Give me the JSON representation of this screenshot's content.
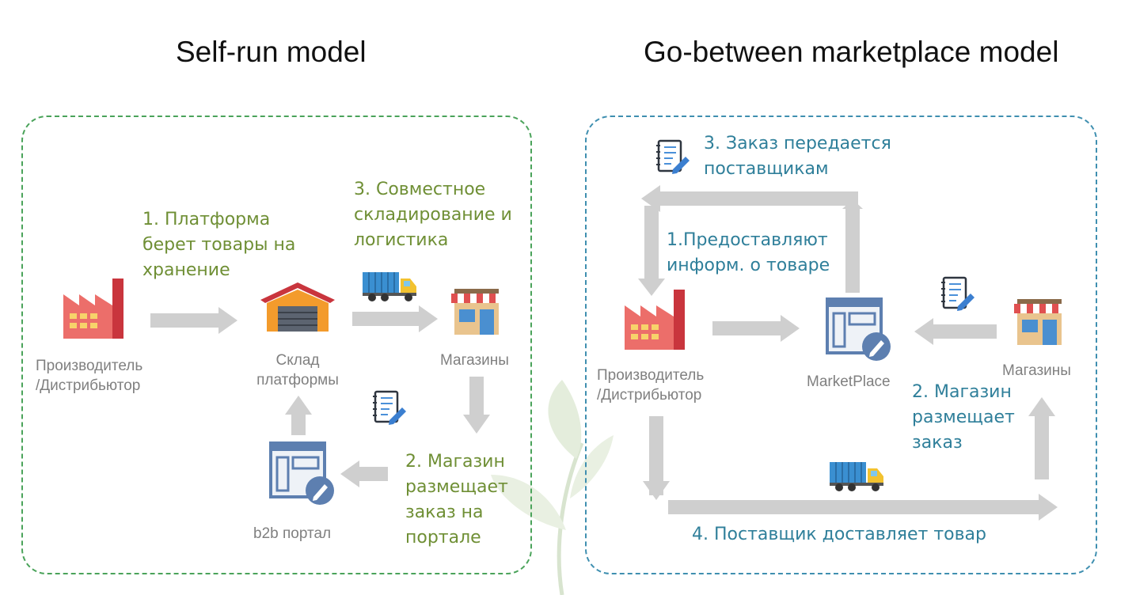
{
  "titles": {
    "left": "Self-run model",
    "right": "Go-between marketplace model"
  },
  "left": {
    "step1": "1. Платформа\nберет товары на\nхранение",
    "step2": "2. Магазин\nразмещает\nзаказ на\nпортале",
    "step3": "3. Совместное\nскладирование и\nлогистика",
    "producer": "Производитель\n/Дистрибьютор",
    "warehouse": "Склад\nплатформы",
    "stores": "Магазины",
    "portal": "b2b портал"
  },
  "right": {
    "step1": "1.Предоставляют\nинформ. о товаре",
    "step2": "2. Магазин\nразмещает\nзаказ",
    "step3": "3. Заказ передается\nпоставщикам",
    "step4": "4. Поставщик доставляет товар",
    "producer": "Производитель\n/Дистрибьютор",
    "marketplace": "MarketPlace",
    "stores": "Магазины"
  },
  "colors": {
    "green": "#6f8f35",
    "blue": "#2f7f9a",
    "arrow": "#cfcfcf",
    "left_border": "#4aa35a",
    "right_border": "#3f8fb0"
  }
}
